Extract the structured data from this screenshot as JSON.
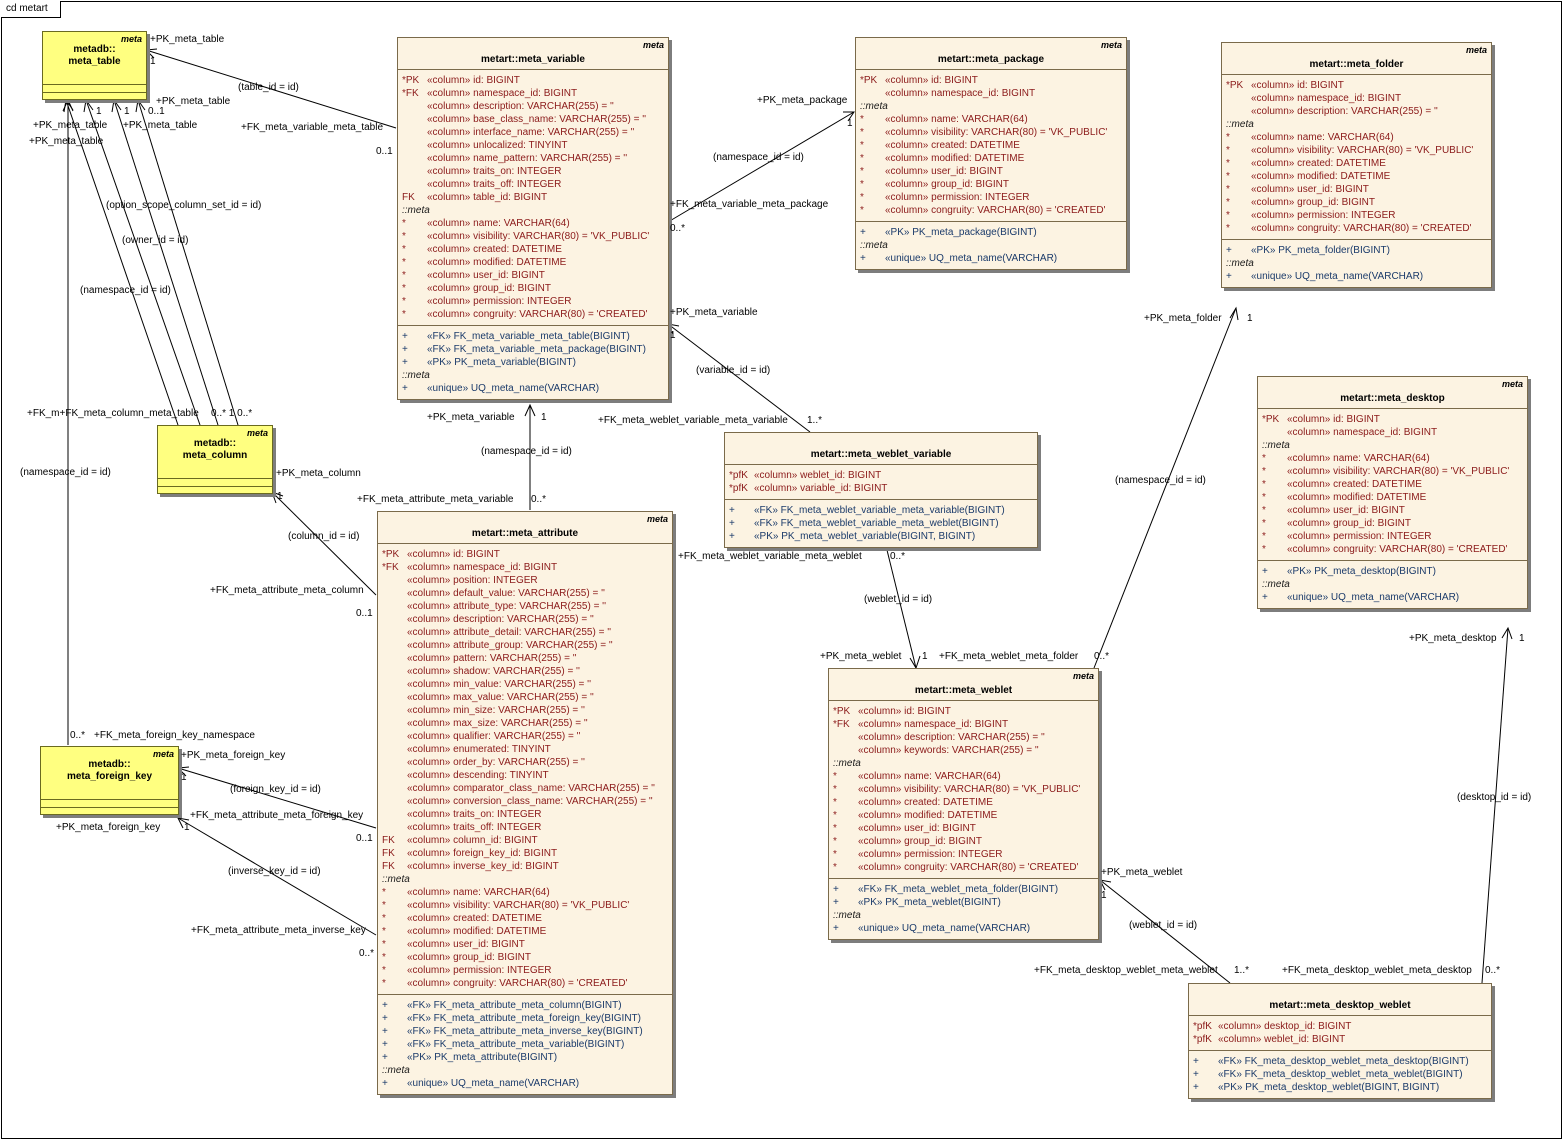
{
  "frame_title": "cd metart",
  "classes": {
    "meta_table": {
      "stereotype": "meta",
      "title_line1": "metadb::",
      "title_line2": "meta_table"
    },
    "meta_column": {
      "stereotype": "meta",
      "title_line1": "metadb::",
      "title_line2": "meta_column"
    },
    "meta_foreign_key": {
      "stereotype": "meta",
      "title_line1": "metadb::",
      "title_line2": "meta_foreign_key"
    },
    "meta_variable": {
      "stereotype": "meta",
      "title": "metart::meta_variable",
      "attributes": [
        {
          "mk": "*PK",
          "text": "«column» id:  BIGINT"
        },
        {
          "mk": "*FK",
          "text": "«column» namespace_id:  BIGINT"
        },
        {
          "mk": "",
          "text": "«column» description:  VARCHAR(255) = ''"
        },
        {
          "mk": "",
          "text": "«column» base_class_name:  VARCHAR(255) = ''"
        },
        {
          "mk": "",
          "text": "«column» interface_name:  VARCHAR(255) = ''"
        },
        {
          "mk": "",
          "text": "«column» unlocalized:  TINYINT"
        },
        {
          "mk": "",
          "text": "«column» name_pattern:  VARCHAR(255) = ''"
        },
        {
          "mk": "",
          "text": "«column» traits_on:  INTEGER"
        },
        {
          "mk": "",
          "text": "«column» traits_off:  INTEGER"
        },
        {
          "mk": " FK",
          "text": "«column» table_id:  BIGINT"
        }
      ],
      "meta_label": "::meta",
      "meta_attributes": [
        {
          "mk": "*",
          "text": "«column» name:  VARCHAR(64)"
        },
        {
          "mk": "*",
          "text": "«column» visibility:  VARCHAR(80) = 'VK_PUBLIC'"
        },
        {
          "mk": "*",
          "text": "«column» created:  DATETIME"
        },
        {
          "mk": "*",
          "text": "«column» modified:  DATETIME"
        },
        {
          "mk": "*",
          "text": "«column» user_id:  BIGINT"
        },
        {
          "mk": "*",
          "text": "«column» group_id:  BIGINT"
        },
        {
          "mk": "*",
          "text": "«column» permission:  INTEGER"
        },
        {
          "mk": "*",
          "text": "«column» congruity:  VARCHAR(80) = 'CREATED'"
        }
      ],
      "operations": [
        {
          "mk": "+",
          "text": "«FK» FK_meta_variable_meta_table(BIGINT)"
        },
        {
          "mk": "+",
          "text": "«FK» FK_meta_variable_meta_package(BIGINT)"
        },
        {
          "mk": "+",
          "text": "«PK» PK_meta_variable(BIGINT)"
        }
      ],
      "meta_ops": [
        {
          "mk": "+",
          "text": "«unique» UQ_meta_name(VARCHAR)"
        }
      ]
    },
    "meta_package": {
      "stereotype": "meta",
      "title": "metart::meta_package",
      "attributes": [
        {
          "mk": "*PK",
          "text": "«column» id:  BIGINT"
        },
        {
          "mk": "",
          "text": "«column» namespace_id:  BIGINT"
        }
      ],
      "meta_label": "::meta",
      "meta_attributes": [
        {
          "mk": "*",
          "text": "«column» name:  VARCHAR(64)"
        },
        {
          "mk": "*",
          "text": "«column» visibility:  VARCHAR(80) = 'VK_PUBLIC'"
        },
        {
          "mk": "*",
          "text": "«column» created:  DATETIME"
        },
        {
          "mk": "*",
          "text": "«column» modified:  DATETIME"
        },
        {
          "mk": "*",
          "text": "«column» user_id:  BIGINT"
        },
        {
          "mk": "*",
          "text": "«column» group_id:  BIGINT"
        },
        {
          "mk": "*",
          "text": "«column» permission:  INTEGER"
        },
        {
          "mk": "*",
          "text": "«column» congruity:  VARCHAR(80) = 'CREATED'"
        }
      ],
      "operations": [
        {
          "mk": "+",
          "text": "«PK» PK_meta_package(BIGINT)"
        }
      ],
      "meta_ops": [
        {
          "mk": "+",
          "text": "«unique» UQ_meta_name(VARCHAR)"
        }
      ]
    },
    "meta_folder": {
      "stereotype": "meta",
      "title": "metart::meta_folder",
      "attributes": [
        {
          "mk": "*PK",
          "text": "«column» id:  BIGINT"
        },
        {
          "mk": "",
          "text": "«column» namespace_id:  BIGINT"
        },
        {
          "mk": "",
          "text": "«column» description:  VARCHAR(255) = ''"
        }
      ],
      "meta_label": "::meta",
      "meta_attributes": [
        {
          "mk": "*",
          "text": "«column» name:  VARCHAR(64)"
        },
        {
          "mk": "*",
          "text": "«column» visibility:  VARCHAR(80) = 'VK_PUBLIC'"
        },
        {
          "mk": "*",
          "text": "«column» created:  DATETIME"
        },
        {
          "mk": "*",
          "text": "«column» modified:  DATETIME"
        },
        {
          "mk": "*",
          "text": "«column» user_id:  BIGINT"
        },
        {
          "mk": "*",
          "text": "«column» group_id:  BIGINT"
        },
        {
          "mk": "*",
          "text": "«column» permission:  INTEGER"
        },
        {
          "mk": "*",
          "text": "«column» congruity:  VARCHAR(80) = 'CREATED'"
        }
      ],
      "operations": [
        {
          "mk": "+",
          "text": "«PK» PK_meta_folder(BIGINT)"
        }
      ],
      "meta_ops": [
        {
          "mk": "+",
          "text": "«unique» UQ_meta_name(VARCHAR)"
        }
      ]
    },
    "meta_desktop": {
      "stereotype": "meta",
      "title": "metart::meta_desktop",
      "attributes": [
        {
          "mk": "*PK",
          "text": "«column» id:  BIGINT"
        },
        {
          "mk": "",
          "text": "«column» namespace_id:  BIGINT"
        }
      ],
      "meta_label": "::meta",
      "meta_attributes": [
        {
          "mk": "*",
          "text": "«column» name:  VARCHAR(64)"
        },
        {
          "mk": "*",
          "text": "«column» visibility:  VARCHAR(80) = 'VK_PUBLIC'"
        },
        {
          "mk": "*",
          "text": "«column» created:  DATETIME"
        },
        {
          "mk": "*",
          "text": "«column» modified:  DATETIME"
        },
        {
          "mk": "*",
          "text": "«column» user_id:  BIGINT"
        },
        {
          "mk": "*",
          "text": "«column» group_id:  BIGINT"
        },
        {
          "mk": "*",
          "text": "«column» permission:  INTEGER"
        },
        {
          "mk": "*",
          "text": "«column» congruity:  VARCHAR(80) = 'CREATED'"
        }
      ],
      "operations": [
        {
          "mk": "+",
          "text": "«PK» PK_meta_desktop(BIGINT)"
        }
      ],
      "meta_ops": [
        {
          "mk": "+",
          "text": "«unique» UQ_meta_name(VARCHAR)"
        }
      ]
    },
    "meta_weblet_variable": {
      "stereotype": "",
      "title": "metart::meta_weblet_variable",
      "attributes": [
        {
          "mk": "*pfK",
          "text": "«column» weblet_id:  BIGINT"
        },
        {
          "mk": "*pfK",
          "text": "«column» variable_id:  BIGINT"
        }
      ],
      "operations": [
        {
          "mk": "+",
          "text": "«FK» FK_meta_weblet_variable_meta_variable(BIGINT)"
        },
        {
          "mk": "+",
          "text": "«FK» FK_meta_weblet_variable_meta_weblet(BIGINT)"
        },
        {
          "mk": "+",
          "text": "«PK» PK_meta_weblet_variable(BIGINT, BIGINT)"
        }
      ]
    },
    "meta_attribute": {
      "stereotype": "meta",
      "title": "metart::meta_attribute",
      "attributes": [
        {
          "mk": "*PK",
          "text": "«column» id:  BIGINT"
        },
        {
          "mk": "*FK",
          "text": "«column» namespace_id:  BIGINT"
        },
        {
          "mk": "",
          "text": "«column» position:  INTEGER"
        },
        {
          "mk": "",
          "text": "«column» default_value:  VARCHAR(255) = ''"
        },
        {
          "mk": "",
          "text": "«column» attribute_type:  VARCHAR(255) = ''"
        },
        {
          "mk": "",
          "text": "«column» description:  VARCHAR(255) = ''"
        },
        {
          "mk": "",
          "text": "«column» attribute_detail:  VARCHAR(255) = ''"
        },
        {
          "mk": "",
          "text": "«column» attribute_group:  VARCHAR(255) = ''"
        },
        {
          "mk": "",
          "text": "«column» pattern:  VARCHAR(255) = ''"
        },
        {
          "mk": "",
          "text": "«column» shadow:  VARCHAR(255) = ''"
        },
        {
          "mk": "",
          "text": "«column» min_value:  VARCHAR(255) = ''"
        },
        {
          "mk": "",
          "text": "«column» max_value:  VARCHAR(255) = ''"
        },
        {
          "mk": "",
          "text": "«column» min_size:  VARCHAR(255) = ''"
        },
        {
          "mk": "",
          "text": "«column» max_size:  VARCHAR(255) = ''"
        },
        {
          "mk": "",
          "text": "«column» qualifier:  VARCHAR(255) = ''"
        },
        {
          "mk": "",
          "text": "«column» enumerated:  TINYINT"
        },
        {
          "mk": "",
          "text": "«column» order_by:  VARCHAR(255) = ''"
        },
        {
          "mk": "",
          "text": "«column» descending:  TINYINT"
        },
        {
          "mk": "",
          "text": "«column» comparator_class_name:  VARCHAR(255) = ''"
        },
        {
          "mk": "",
          "text": "«column» conversion_class_name:  VARCHAR(255) = ''"
        },
        {
          "mk": "",
          "text": "«column» traits_on:  INTEGER"
        },
        {
          "mk": "",
          "text": "«column» traits_off:  INTEGER"
        },
        {
          "mk": " FK",
          "text": "«column» column_id:  BIGINT"
        },
        {
          "mk": " FK",
          "text": "«column» foreign_key_id:  BIGINT"
        },
        {
          "mk": " FK",
          "text": "«column» inverse_key_id:  BIGINT"
        }
      ],
      "meta_label": "::meta",
      "meta_attributes": [
        {
          "mk": "*",
          "text": "«column» name:  VARCHAR(64)"
        },
        {
          "mk": "*",
          "text": "«column» visibility:  VARCHAR(80) = 'VK_PUBLIC'"
        },
        {
          "mk": "*",
          "text": "«column» created:  DATETIME"
        },
        {
          "mk": "*",
          "text": "«column» modified:  DATETIME"
        },
        {
          "mk": "*",
          "text": "«column» user_id:  BIGINT"
        },
        {
          "mk": "*",
          "text": "«column» group_id:  BIGINT"
        },
        {
          "mk": "*",
          "text": "«column» permission:  INTEGER"
        },
        {
          "mk": "*",
          "text": "«column» congruity:  VARCHAR(80) = 'CREATED'"
        }
      ],
      "operations": [
        {
          "mk": "+",
          "text": "«FK» FK_meta_attribute_meta_column(BIGINT)"
        },
        {
          "mk": "+",
          "text": "«FK» FK_meta_attribute_meta_foreign_key(BIGINT)"
        },
        {
          "mk": "+",
          "text": "«FK» FK_meta_attribute_meta_inverse_key(BIGINT)"
        },
        {
          "mk": "+",
          "text": "«FK» FK_meta_attribute_meta_variable(BIGINT)"
        },
        {
          "mk": "+",
          "text": "«PK» PK_meta_attribute(BIGINT)"
        }
      ],
      "meta_ops": [
        {
          "mk": "+",
          "text": "«unique» UQ_meta_name(VARCHAR)"
        }
      ]
    },
    "meta_weblet": {
      "stereotype": "meta",
      "title": "metart::meta_weblet",
      "attributes": [
        {
          "mk": "*PK",
          "text": "«column» id:  BIGINT"
        },
        {
          "mk": "*FK",
          "text": "«column» namespace_id:  BIGINT"
        },
        {
          "mk": "",
          "text": "«column» description:  VARCHAR(255) = ''"
        },
        {
          "mk": "",
          "text": "«column» keywords:  VARCHAR(255) = ''"
        }
      ],
      "meta_label": "::meta",
      "meta_attributes": [
        {
          "mk": "*",
          "text": "«column» name:  VARCHAR(64)"
        },
        {
          "mk": "*",
          "text": "«column» visibility:  VARCHAR(80) = 'VK_PUBLIC'"
        },
        {
          "mk": "*",
          "text": "«column» created:  DATETIME"
        },
        {
          "mk": "*",
          "text": "«column» modified:  DATETIME"
        },
        {
          "mk": "*",
          "text": "«column» user_id:  BIGINT"
        },
        {
          "mk": "*",
          "text": "«column» group_id:  BIGINT"
        },
        {
          "mk": "*",
          "text": "«column» permission:  INTEGER"
        },
        {
          "mk": "*",
          "text": "«column» congruity:  VARCHAR(80) = 'CREATED'"
        }
      ],
      "operations": [
        {
          "mk": "+",
          "text": "«FK» FK_meta_weblet_meta_folder(BIGINT)"
        },
        {
          "mk": "+",
          "text": "«PK» PK_meta_weblet(BIGINT)"
        }
      ],
      "meta_ops": [
        {
          "mk": "+",
          "text": "«unique» UQ_meta_name(VARCHAR)"
        }
      ]
    },
    "meta_desktop_weblet": {
      "stereotype": "",
      "title": "metart::meta_desktop_weblet",
      "attributes": [
        {
          "mk": "*pfK",
          "text": "«column» desktop_id:  BIGINT"
        },
        {
          "mk": "*pfK",
          "text": "«column» weblet_id:  BIGINT"
        }
      ],
      "operations": [
        {
          "mk": "+",
          "text": "«FK» FK_meta_desktop_weblet_meta_desktop(BIGINT)"
        },
        {
          "mk": "+",
          "text": "«FK» FK_meta_desktop_weblet_meta_weblet(BIGINT)"
        },
        {
          "mk": "+",
          "text": "«PK» PK_meta_desktop_weblet(BIGINT, BIGINT)"
        }
      ]
    }
  },
  "labels": {
    "pk_meta_table_1": "+PK_meta_table",
    "mult_1a": "1",
    "table_id_eq": "(table_id = id)",
    "pk_meta_table_2": "+PK_meta_table",
    "mult_01a": "0..1",
    "mult_1b": "1",
    "mult_1c": "1",
    "pk_meta_table_3": "+PK_meta_table",
    "pk_meta_table_4": "+PK_meta_table",
    "pk_meta_table_5": "+PK_meta_table",
    "fk_mv_meta_table": "+FK_meta_variable_meta_table",
    "mult_01b": "0..1",
    "option_scope": "(option_scope_column_set_id = id)",
    "owner_id": "(owner_id = id)",
    "namespace_id_1": "(namespace_id = id)",
    "fk_m_col_table": "+FK_m+FK_meta_column_meta_table",
    "mult_cols": "0..* 1  0..*",
    "pk_meta_column": "+PK_meta_column",
    "mult_1d": "1",
    "namespace_id_2": "(namespace_id = id)",
    "column_id_eq": "(column_id = id)",
    "fk_ma_column": "+FK_meta_attribute_meta_column",
    "mult_01c": "0..1",
    "mult_fk_ns": "0..*",
    "fk_fk_namespace": "+FK_meta_foreign_key_namespace",
    "pk_meta_foreign_key_1": "+PK_meta_foreign_key",
    "mult_1e": "1",
    "foreign_key_id_eq": "(foreign_key_id = id)",
    "fk_ma_foreign_key": "+FK_meta_attribute_meta_foreign_key",
    "mult_01d": "0..1",
    "pk_meta_foreign_key_2": "+PK_meta_foreign_key",
    "mult_1f": "1",
    "inverse_key_id_eq": "(inverse_key_id = id)",
    "fk_ma_inverse_key": "+FK_meta_attribute_meta_inverse_key",
    "mult_0s_a": "0..*",
    "pk_meta_package": "+PK_meta_package",
    "mult_1g": "1",
    "namespace_id_3": "(namespace_id = id)",
    "fk_mv_package": "+FK_meta_variable_meta_package",
    "mult_0s_b": "0..*",
    "pk_meta_variable_1": "+PK_meta_variable",
    "mult_1h": "1",
    "variable_id_eq": "(variable_id = id)",
    "fk_mwv_variable": "+FK_meta_weblet_variable_meta_variable",
    "mult_1s_a": "1..*",
    "pk_meta_variable_2": "+PK_meta_variable",
    "mult_1i": "1",
    "namespace_id_4": "(namespace_id = id)",
    "fk_ma_variable": "+FK_meta_attribute_meta_variable",
    "mult_0s_c": "0..*",
    "fk_mwv_weblet": "+FK_meta_weblet_variable_meta_weblet",
    "mult_0s_d": "0..*",
    "weblet_id_eq_1": "(weblet_id = id)",
    "pk_meta_weblet_1": "+PK_meta_weblet",
    "mult_1j": "1",
    "fk_mw_folder": "+FK_meta_weblet_meta_folder",
    "mult_0s_e": "0..*",
    "namespace_id_5": "(namespace_id = id)",
    "pk_meta_folder": "+PK_meta_folder",
    "mult_1k": "1",
    "pk_meta_desktop": "+PK_meta_desktop",
    "mult_1l": "1",
    "desktop_id_eq": "(desktop_id = id)",
    "pk_meta_weblet_2": "+PK_meta_weblet",
    "mult_1m": "1",
    "weblet_id_eq_2": "(weblet_id = id)",
    "fk_mdw_weblet": "+FK_meta_desktop_weblet_meta_weblet",
    "mult_1s_b": "1..*",
    "fk_mdw_desktop": "+FK_meta_desktop_weblet_meta_desktop",
    "mult_0s_f": "0..*"
  }
}
